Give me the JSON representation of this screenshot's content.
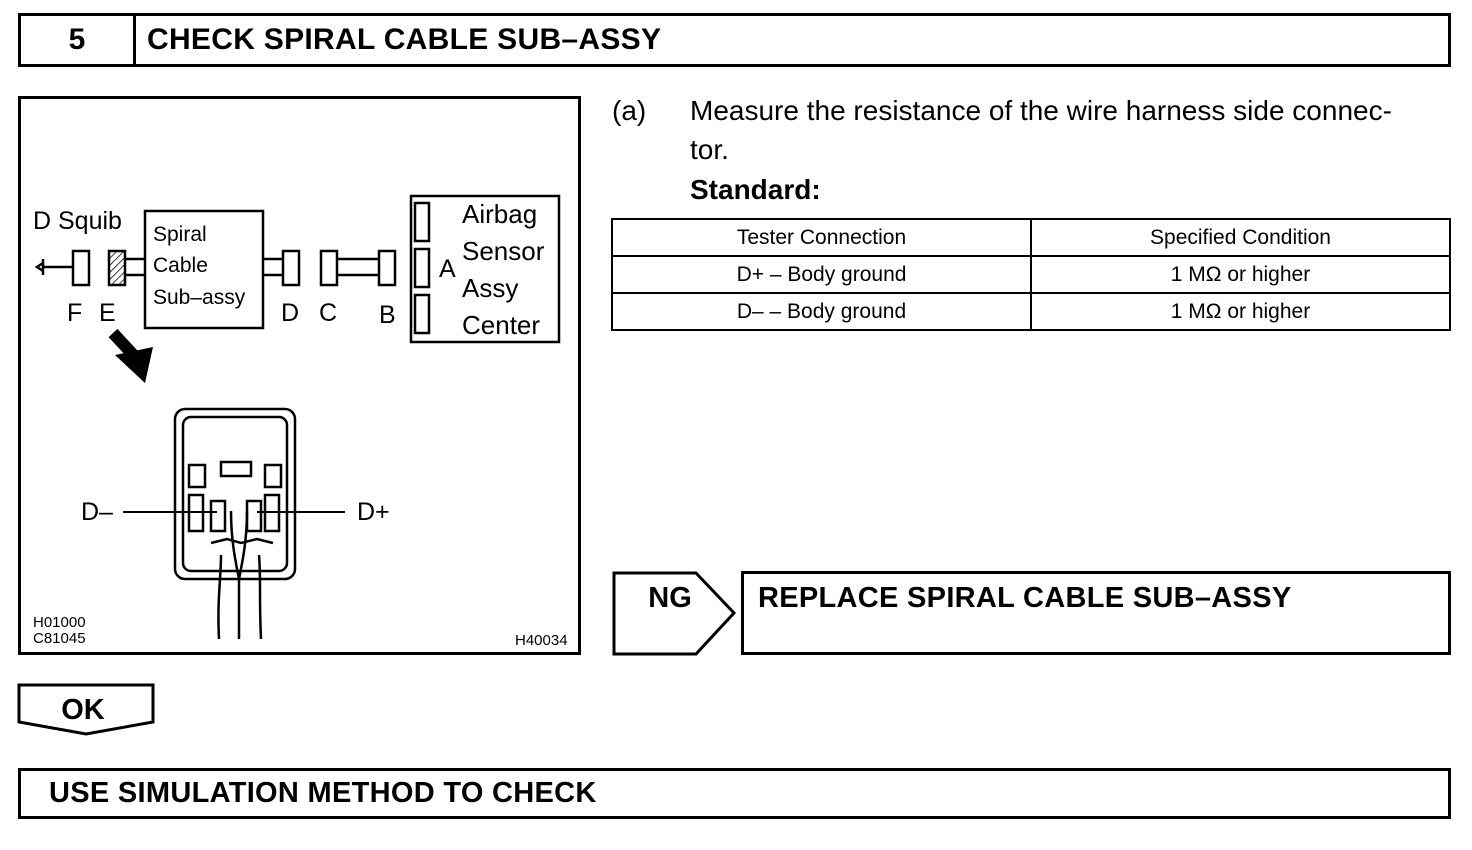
{
  "step": {
    "number": "5",
    "title": "CHECK SPIRAL CABLE SUB–ASSY"
  },
  "figure": {
    "labels": {
      "d_squib": "D Squib",
      "spiral_line1": "Spiral",
      "spiral_line2": "Cable",
      "spiral_line3": "Sub–assy",
      "airbag_line1": "Airbag",
      "airbag_line2": "Sensor",
      "airbag_line3": "Assy",
      "airbag_line4": "Center",
      "conn_a": "A",
      "conn_b": "B",
      "conn_c": "C",
      "conn_d": "D",
      "conn_e": "E",
      "conn_f": "F",
      "d_minus": "D–",
      "d_plus": "D+",
      "code1": "H01000",
      "code2": "C81045",
      "code3": "H40034"
    }
  },
  "instruction": {
    "label": "(a)",
    "text_line1": "Measure the resistance of the wire harness side connec-",
    "text_line2": "tor.",
    "standard_label": "Standard:"
  },
  "spec_table": {
    "headers": [
      "Tester Connection",
      "Specified Condition"
    ],
    "rows": [
      [
        "D+ – Body ground",
        "1 MΩ or higher"
      ],
      [
        "D– – Body ground",
        "1 MΩ or higher"
      ]
    ]
  },
  "ng": {
    "tag": "NG",
    "action": "REPLACE SPIRAL CABLE SUB–ASSY"
  },
  "ok": {
    "tag": "OK"
  },
  "final": {
    "action": "USE SIMULATION METHOD TO CHECK"
  }
}
